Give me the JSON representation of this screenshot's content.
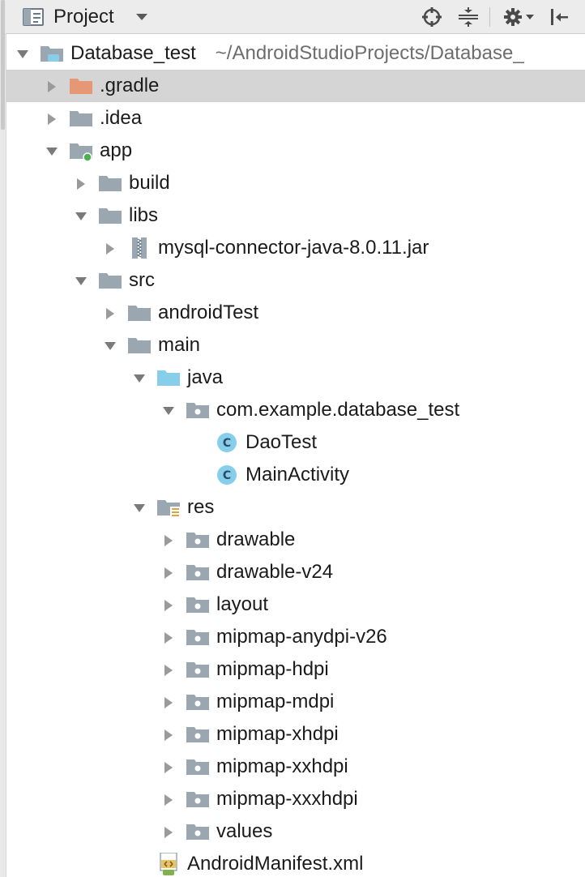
{
  "panel": {
    "title": "Project",
    "buttons": {
      "locate": "crosshair-icon",
      "collapse": "collapse-all-icon",
      "settings": "gear-icon",
      "hide": "hide-panel-icon"
    }
  },
  "colors": {
    "folder": "#9aa7b0",
    "excluded_folder": "#e59873",
    "source_folder": "#87ceeb",
    "class_circle": "#87ceeb",
    "module_dot": "#4caf50",
    "selection": "#d5d5d5",
    "header_bg": "#ececec"
  },
  "tree": [
    {
      "name": "Database_test",
      "path": "~/AndroidStudioProjects/Database_",
      "depth": 0,
      "expanded": true,
      "icon": "project-folder-icon"
    },
    {
      "name": ".gradle",
      "depth": 1,
      "expanded": false,
      "icon": "excluded-folder-icon",
      "selected": true
    },
    {
      "name": ".idea",
      "depth": 1,
      "expanded": false,
      "icon": "folder-icon"
    },
    {
      "name": "app",
      "depth": 1,
      "expanded": true,
      "icon": "module-folder-icon"
    },
    {
      "name": "build",
      "depth": 2,
      "expanded": false,
      "icon": "folder-icon"
    },
    {
      "name": "libs",
      "depth": 2,
      "expanded": true,
      "icon": "folder-icon"
    },
    {
      "name": "mysql-connector-java-8.0.11.jar",
      "depth": 3,
      "expanded": false,
      "icon": "jar-icon"
    },
    {
      "name": "src",
      "depth": 2,
      "expanded": true,
      "icon": "folder-icon"
    },
    {
      "name": "androidTest",
      "depth": 3,
      "expanded": false,
      "icon": "folder-icon"
    },
    {
      "name": "main",
      "depth": 3,
      "expanded": true,
      "icon": "folder-icon"
    },
    {
      "name": "java",
      "depth": 4,
      "expanded": true,
      "icon": "source-folder-icon"
    },
    {
      "name": "com.example.database_test",
      "depth": 5,
      "expanded": true,
      "icon": "package-icon"
    },
    {
      "name": "DaoTest",
      "depth": 6,
      "expanded": null,
      "icon": "class-icon"
    },
    {
      "name": "MainActivity",
      "depth": 6,
      "expanded": null,
      "icon": "class-icon"
    },
    {
      "name": "res",
      "depth": 4,
      "expanded": true,
      "icon": "resource-folder-icon"
    },
    {
      "name": "drawable",
      "depth": 5,
      "expanded": false,
      "icon": "package-icon"
    },
    {
      "name": "drawable-v24",
      "depth": 5,
      "expanded": false,
      "icon": "package-icon"
    },
    {
      "name": "layout",
      "depth": 5,
      "expanded": false,
      "icon": "package-icon"
    },
    {
      "name": "mipmap-anydpi-v26",
      "depth": 5,
      "expanded": false,
      "icon": "package-icon"
    },
    {
      "name": "mipmap-hdpi",
      "depth": 5,
      "expanded": false,
      "icon": "package-icon"
    },
    {
      "name": "mipmap-mdpi",
      "depth": 5,
      "expanded": false,
      "icon": "package-icon"
    },
    {
      "name": "mipmap-xhdpi",
      "depth": 5,
      "expanded": false,
      "icon": "package-icon"
    },
    {
      "name": "mipmap-xxhdpi",
      "depth": 5,
      "expanded": false,
      "icon": "package-icon"
    },
    {
      "name": "mipmap-xxxhdpi",
      "depth": 5,
      "expanded": false,
      "icon": "package-icon"
    },
    {
      "name": "values",
      "depth": 5,
      "expanded": false,
      "icon": "package-icon"
    },
    {
      "name": "AndroidManifest.xml",
      "depth": 4,
      "expanded": null,
      "icon": "manifest-file-icon"
    }
  ]
}
